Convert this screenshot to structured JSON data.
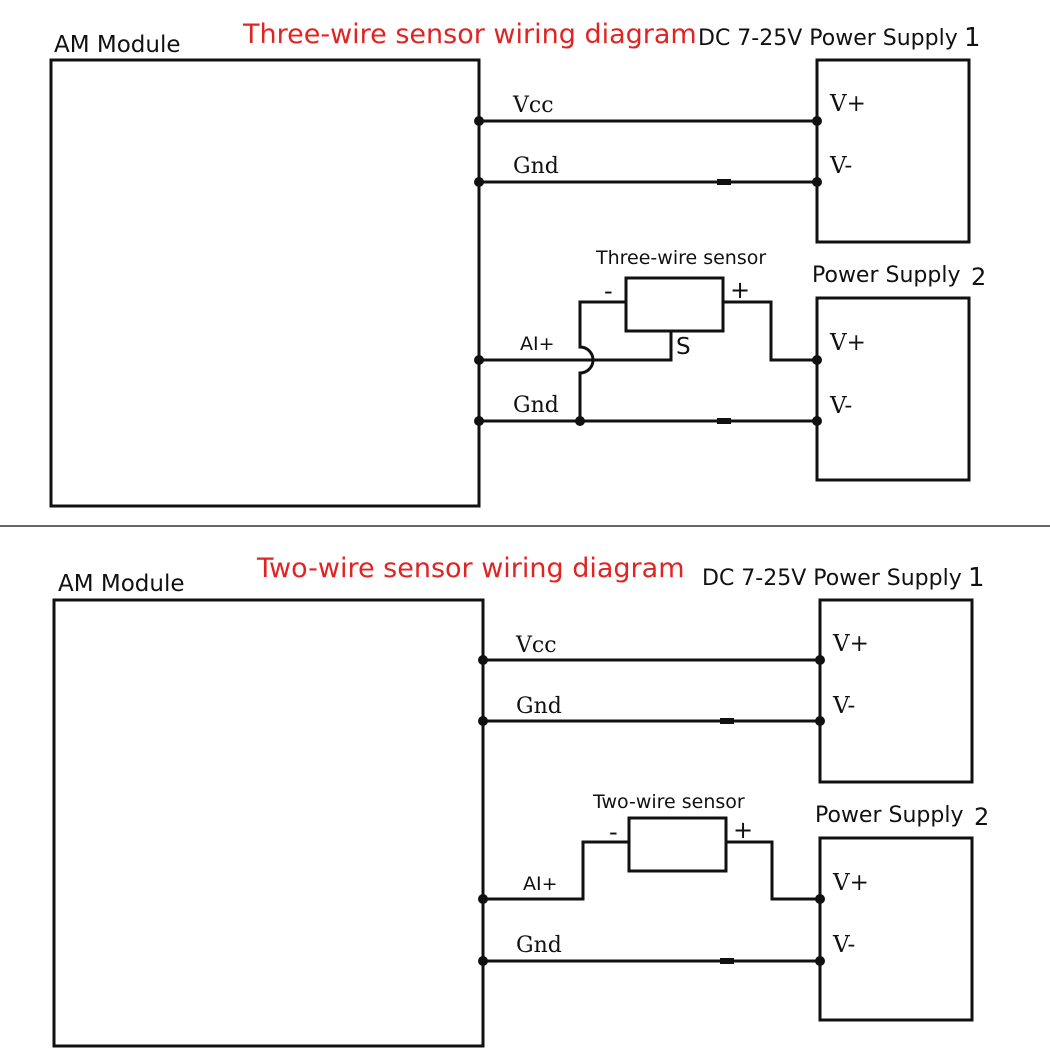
{
  "colors": {
    "title": "#e02424",
    "line": "#111111",
    "background": "#ffffff"
  },
  "diagram_top": {
    "title": "Three-wire sensor wiring diagram",
    "module_label": "AM Module",
    "supply1_header": "DC 7-25V  Power Supply",
    "supply1_number": "1",
    "supply2_header": "Power Supply",
    "supply2_number": "2",
    "wire_vcc": "Vcc",
    "wire_gnd1": "Gnd",
    "wire_ai": "AI+",
    "wire_gnd2": "Gnd",
    "supply1_vplus": "V+",
    "supply1_vminus": "V-",
    "supply2_vplus": "V+",
    "supply2_vminus": "V-",
    "sensor_label": "Three-wire sensor",
    "sensor_minus": "-",
    "sensor_plus": "+",
    "sensor_signal": "S"
  },
  "diagram_bottom": {
    "title": "Two-wire sensor wiring diagram",
    "module_label": "AM Module",
    "supply1_header": "DC 7-25V  Power Supply",
    "supply1_number": "1",
    "supply2_header": "Power Supply",
    "supply2_number": "2",
    "wire_vcc": "Vcc",
    "wire_gnd1": "Gnd",
    "wire_ai": "AI+",
    "wire_gnd2": "Gnd",
    "supply1_vplus": "V+",
    "supply1_vminus": "V-",
    "supply2_vplus": "V+",
    "supply2_vminus": "V-",
    "sensor_label": "Two-wire sensor",
    "sensor_minus": "-",
    "sensor_plus": "+"
  }
}
